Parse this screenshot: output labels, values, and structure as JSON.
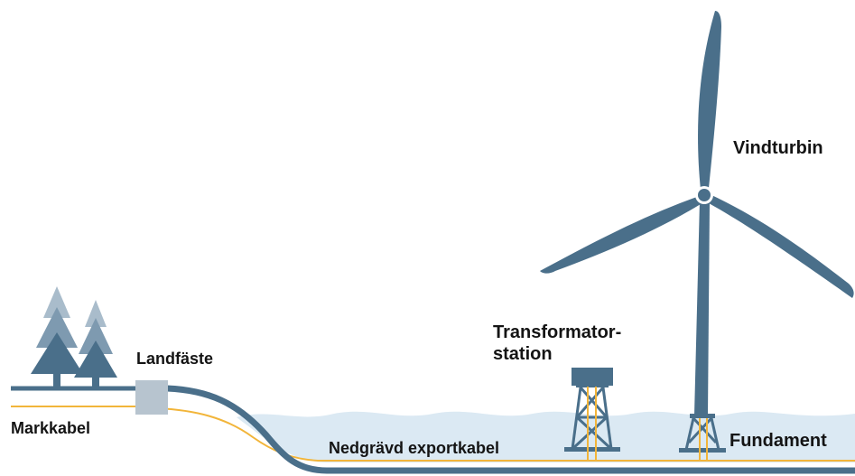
{
  "labels": {
    "vindturbin": "Vindturbin",
    "transformator_line1": "Transformator-",
    "transformator_line2": "station",
    "landfaste": "Landfäste",
    "markkabel": "Markkabel",
    "exportkabel": "Nedgrävd exportkabel",
    "fundament": "Fundament"
  },
  "colors": {
    "structure": "#4a6f8a",
    "sea": "#dbe9f3",
    "cable": "#f2b53a",
    "tree_dark": "#4a6f8a",
    "tree_mid": "#7e9ab0",
    "tree_light": "#a9bccb",
    "landfaste_box": "#b7c4cf",
    "text": "#141414"
  }
}
